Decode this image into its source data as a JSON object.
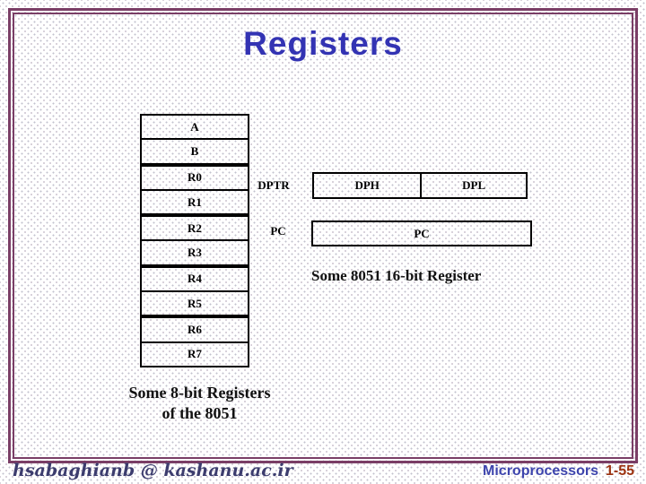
{
  "slide": {
    "title": "Registers",
    "stack": {
      "rows": [
        "A",
        "B",
        "R0",
        "R1",
        "R2",
        "R3",
        "R4",
        "R5",
        "R6",
        "R7"
      ],
      "caption": {
        "line1": "Some 8-bit Registers",
        "line2": "of the 8051"
      }
    },
    "wide": {
      "dptr_label": "DPTR",
      "dph": "DPH",
      "dpl": "DPL",
      "pc_label": "PC",
      "pc_box": "PC",
      "caption": "Some 8051 16-bit Register"
    },
    "footer": {
      "left": "hsabaghianb @ kashanu.ac.ir",
      "course": "Microprocessors",
      "page": "1-55"
    },
    "colors": {
      "title_blue": "#3333b3",
      "frame_purple": "#7a3e66",
      "box_border_black": "#000000",
      "caption_black": "#111111",
      "footer_left_blue": "#3c3c6e",
      "footer_course_blue": "#3d44ad",
      "footer_page_red": "#9c3210"
    }
  }
}
